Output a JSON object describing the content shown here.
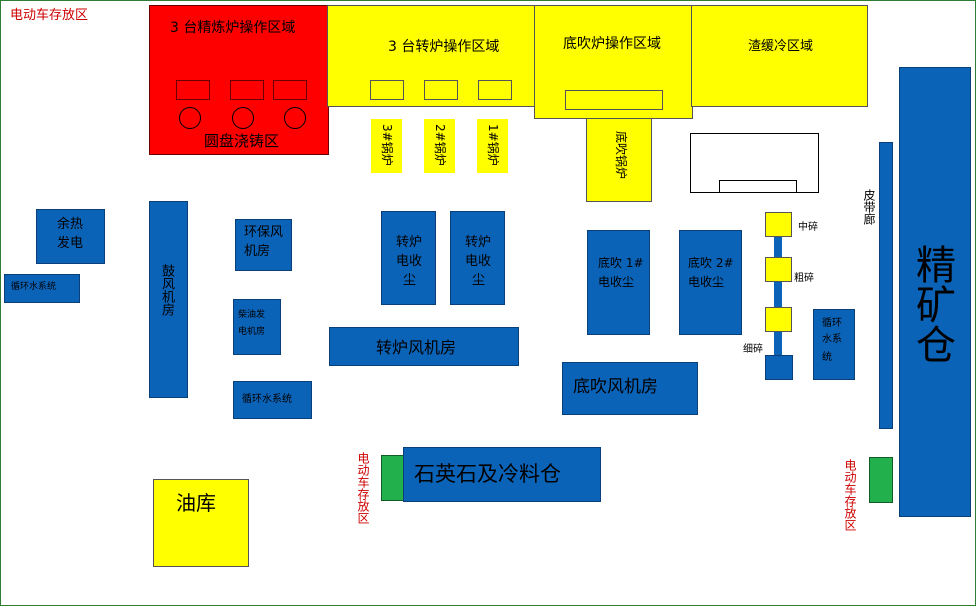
{
  "labels": {
    "ev_parking_top": "电动车存放区",
    "ev_parking_mid": "电动车存放区",
    "ev_parking_right": "电动车存放区",
    "refining_area": "3 台精炼炉操作区域",
    "disc_casting": "圆盘浇铸区",
    "converter_area": "3 台转炉操作区域",
    "bottom_blow_area": "底吹炉操作区域",
    "slag_cooling": "渣缓冷区域",
    "boiler_3": "3#锅炉",
    "boiler_2": "2#锅炉",
    "boiler_1": "1#锅炉",
    "bottom_boiler": "底吹锅炉",
    "waste_heat_line1": "余热",
    "waste_heat_line2": "发电",
    "circ_water_left": "循环水系统",
    "blower_room": "鼓风机房",
    "env_fan_line1": "环保风",
    "env_fan_line2": "机房",
    "diesel_line1": "柴油发",
    "diesel_line2": "电机房",
    "circ_water_mid": "循环水系统",
    "conv_dust_a_1": "转炉",
    "conv_dust_a_2": "电收",
    "conv_dust_a_3": "尘",
    "conv_dust_b_1": "转炉",
    "conv_dust_b_2": "电收",
    "conv_dust_b_3": "尘",
    "conv_fan_room": "转炉风机房",
    "bb_dust1_line1": "底吹 1#",
    "bb_dust1_line2": "电收尘",
    "bb_dust2_line1": "底吹 2#",
    "bb_dust2_line2": "电收尘",
    "bb_fan_room": "底吹风机房",
    "crush_mid": "中碎",
    "crush_coarse": "粗碎",
    "crush_fine": "细碎",
    "circ_water_right_1": "循环",
    "circ_water_right_2": "水系",
    "circ_water_right_3": "统",
    "belt_corridor": "皮带廊",
    "concentrate_bin": "精矿仓",
    "quartz_bin": "石英石及冷料仓",
    "oil_depot": "油库"
  },
  "colors": {
    "blue": "#0b63b8",
    "yellow": "#ffff00",
    "red": "#ff0000",
    "green": "#21b04b",
    "label_red": "#cc0000"
  }
}
